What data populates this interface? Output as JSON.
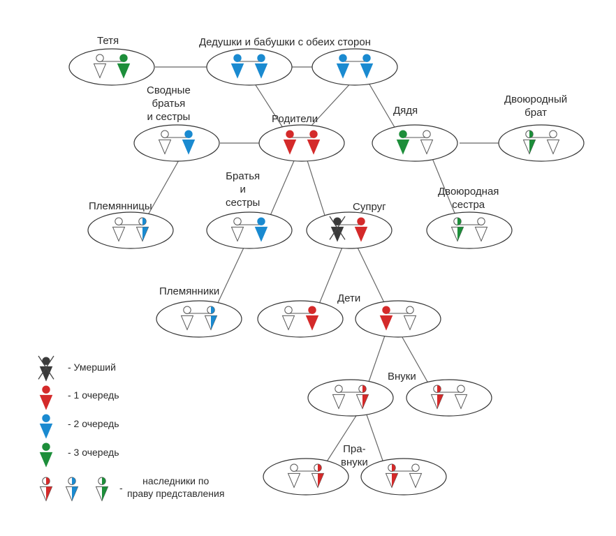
{
  "colors": {
    "first_order": "#d42a2a",
    "second_order": "#1a8ad0",
    "third_order": "#1d8e3a",
    "deceased": "#3a3a3a",
    "outline": "#555555"
  },
  "labels": {
    "aunt": "Тетя",
    "grandparents": "Дедушки и бабушки с обеих сторон",
    "half_siblings_1": "Сводные",
    "half_siblings_2": "братья",
    "half_siblings_3": "и  сестры",
    "parents": "Родители",
    "uncle": "Дядя",
    "cousin_m_1": "Двоюродный",
    "cousin_m_2": "брат",
    "siblings_1": "Братья",
    "siblings_2": "и",
    "siblings_3": "сестры",
    "nieces": "Племянницы",
    "spouse": "Супруг",
    "cousin_f_1": "Двоюродная",
    "cousin_f_2": "сестра",
    "nephews": "Племянники",
    "children": "Дети",
    "grandchildren": "Внуки",
    "great_grandchildren_1": "Пра-",
    "great_grandchildren_2": "внуки"
  },
  "legend": {
    "deceased": "- Умерший",
    "first": "- 1 очередь",
    "second": "- 2 очередь",
    "third": "- 3 очередь",
    "representation_dash": "-",
    "representation_1": "наследники по",
    "representation_2": "праву представления"
  }
}
